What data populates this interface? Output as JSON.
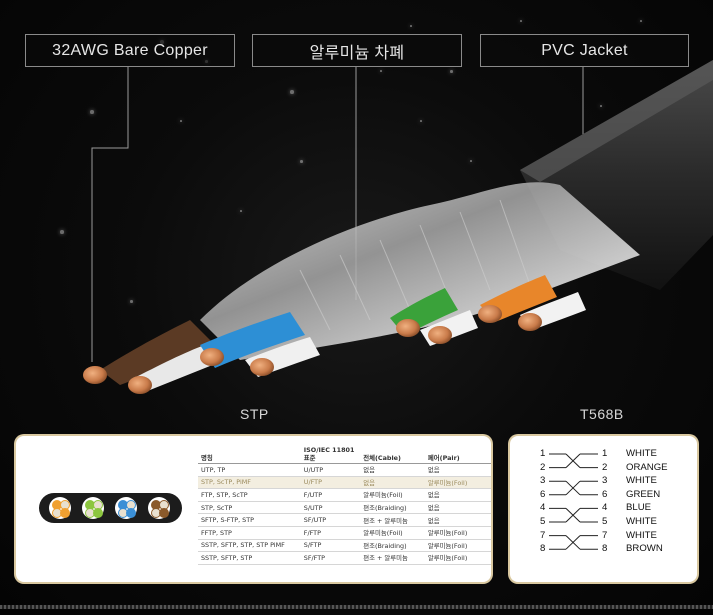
{
  "labels": {
    "copper": "32AWG Bare Copper",
    "shield": "알루미늄 차폐",
    "jacket": "PVC Jacket"
  },
  "captions": {
    "left": "STP",
    "right": "T568B"
  },
  "table": {
    "headers": [
      "명칭",
      "ISO/IEC 11801 표준",
      "전체(Cable)",
      "페어(Pair)"
    ],
    "rows": [
      [
        "UTP, TP",
        "U/UTP",
        "없음",
        "없음"
      ],
      [
        "STP, ScTP, PiMF",
        "U/FTP",
        "없음",
        "알루미늄(Foil)"
      ],
      [
        "FTP, STP, ScTP",
        "F/UTP",
        "알루미늄(Foil)",
        "없음"
      ],
      [
        "STP, ScTP",
        "S/UTP",
        "편조(Braiding)",
        "없음"
      ],
      [
        "SFTP, S-FTP, STP",
        "SF/UTP",
        "편조 + 알루미늄",
        "없음"
      ],
      [
        "FFTP, STP",
        "F/FTP",
        "알루미늄(Foil)",
        "알루미늄(Foil)"
      ],
      [
        "SSTP, SFTP, STP, STP PiMF",
        "S/FTP",
        "편조(Braiding)",
        "알루미늄(Foil)"
      ],
      [
        "SSTP, SFTP, STP",
        "SF/FTP",
        "편조 + 알루미늄",
        "알루미늄(Foil)"
      ]
    ],
    "highlight_row": 1
  },
  "pairs": {
    "colors": [
      "#f0a030",
      "#8cc63f",
      "#3a8fd6",
      "#8b5a2b"
    ]
  },
  "wiring": {
    "pins": [
      {
        "left": "1",
        "right": "1",
        "color": "WHITE"
      },
      {
        "left": "2",
        "right": "2",
        "color": "ORANGE"
      },
      {
        "left": "3",
        "right": "3",
        "color": "WHITE"
      },
      {
        "left": "6",
        "right": "6",
        "color": "GREEN"
      },
      {
        "left": "4",
        "right": "4",
        "color": "BLUE"
      },
      {
        "left": "5",
        "right": "5",
        "color": "WHITE"
      },
      {
        "left": "7",
        "right": "7",
        "color": "WHITE"
      },
      {
        "left": "8",
        "right": "8",
        "color": "BROWN"
      }
    ]
  },
  "colors": {
    "copper": "#c97b4a",
    "brown": "#5b3a24",
    "blue": "#2d8fd5",
    "green": "#3aa23a",
    "orange": "#e8862a",
    "jacket": "#2a2a2a",
    "panel_border": "#d9c8a0"
  }
}
